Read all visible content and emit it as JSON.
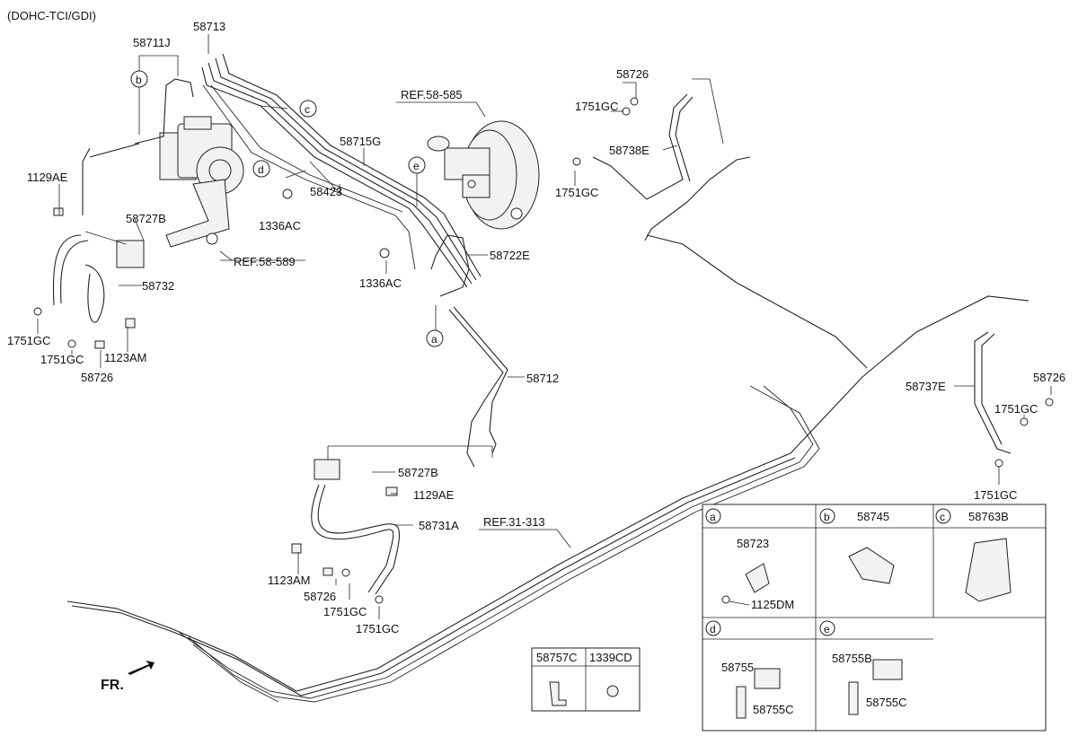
{
  "header": {
    "engine_code": "(DOHC-TCI/GDI)"
  },
  "callouts": {
    "p58713": "58713",
    "p58711J": "58711J",
    "p58715G": "58715G",
    "p58423": "58423",
    "p1336AC_a": "1336AC",
    "p1336AC_b": "1336AC",
    "p1129AE_a": "1129AE",
    "p1129AE_b": "1129AE",
    "p58727B_a": "58727B",
    "p58727B_b": "58727B",
    "p58732": "58732",
    "p1751GC_1": "1751GC",
    "p1751GC_2": "1751GC",
    "p1751GC_3": "1751GC",
    "p1751GC_4": "1751GC",
    "p1751GC_5": "1751GC",
    "p1751GC_6": "1751GC",
    "p1751GC_7": "1751GC",
    "p1751GC_8": "1751GC",
    "p1123AM_a": "1123AM",
    "p1123AM_b": "1123AM",
    "p58726_1": "58726",
    "p58726_2": "58726",
    "p58726_3": "58726",
    "p58726_4": "58726",
    "p58722E": "58722E",
    "p58712": "58712",
    "p58731A": "58731A",
    "p58738E": "58738E",
    "p58737E": "58737E"
  },
  "references": {
    "ref_58_585": "REF.58-585",
    "ref_58_589": "REF.58-589",
    "ref_31_313": "REF.31-313"
  },
  "circle_tags": {
    "a": "a",
    "b": "b",
    "c": "c",
    "d": "d",
    "e": "e"
  },
  "direction": {
    "front": "FR."
  },
  "detail_table": {
    "cells": [
      {
        "tag": "a",
        "part": "",
        "sub": [
          "58723",
          "1125DM"
        ]
      },
      {
        "tag": "b",
        "part": "58745",
        "sub": []
      },
      {
        "tag": "c",
        "part": "58763B",
        "sub": []
      },
      {
        "tag": "d",
        "part": "",
        "sub": [
          "58755",
          "58755C"
        ]
      },
      {
        "tag": "e",
        "part": "",
        "sub": [
          "58755B",
          "58755C"
        ]
      }
    ]
  },
  "small_table": {
    "col1": "58757C",
    "col2": "1339CD"
  }
}
